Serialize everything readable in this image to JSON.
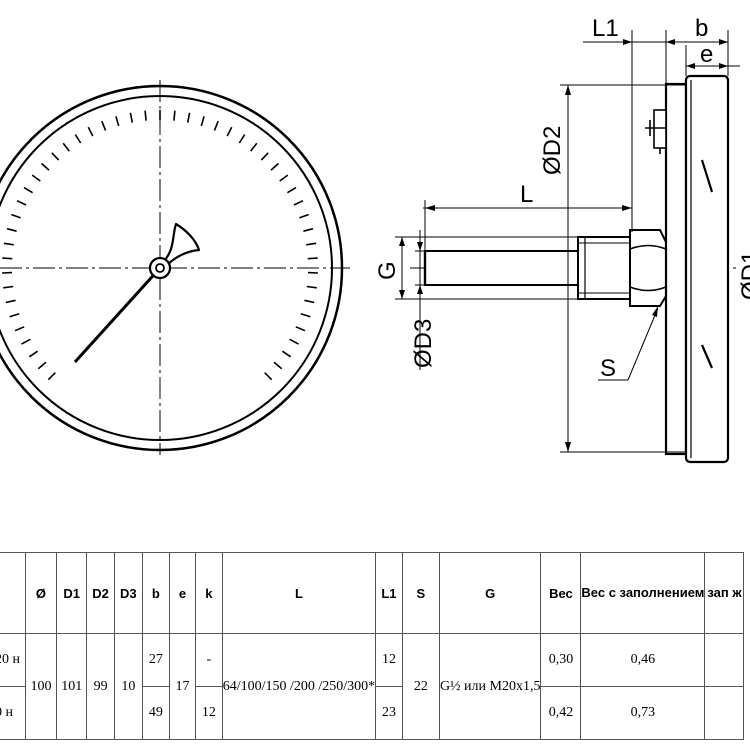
{
  "drawing": {
    "labels": {
      "l1": "L1",
      "b": "b",
      "e": "e",
      "d2": "ØD2",
      "l": "L",
      "g": "G",
      "d3": "ØD3",
      "s": "S",
      "d1_partial": "ØD1"
    }
  },
  "table": {
    "headers": {
      "col0": "",
      "dia": "Ø",
      "d1": "D1",
      "d2": "D2",
      "d3": "D3",
      "b": "b",
      "e": "e",
      "k": "k",
      "l": "L",
      "l1": "L1",
      "s": "S",
      "g": "G",
      "weight": "Вес",
      "weight_filled": "Вес с заполнением",
      "last_partial": "зап ж"
    },
    "rows": [
      {
        "col0": "20 н",
        "dia": "100",
        "d1": "101",
        "d2": "99",
        "d3": "10",
        "b": "27",
        "e": "17",
        "k": "-",
        "l": "64/100/150 /200 /250/300*",
        "l1": "12",
        "s": "22",
        "g": "G½ или M20x1,5",
        "weight": "0,30",
        "weight_filled": "0,46",
        "last": ""
      },
      {
        "col0": "0 н",
        "b": "49",
        "k": "12",
        "l1": "23",
        "weight": "0,42",
        "weight_filled": "0,73",
        "last": ""
      }
    ]
  }
}
